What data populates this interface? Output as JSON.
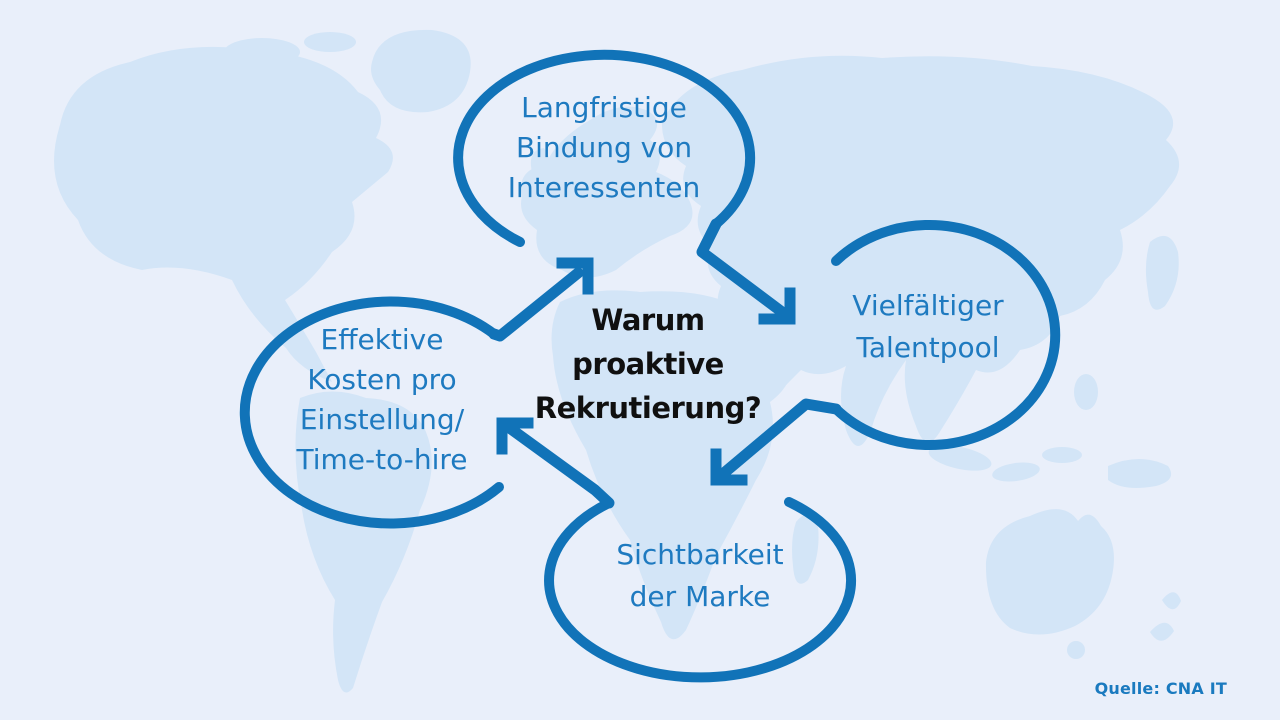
{
  "diagram": {
    "center_question": {
      "lines": [
        "Warum",
        "proaktive",
        "Rekrutierung?"
      ]
    },
    "nodes": [
      {
        "id": "top",
        "lines": [
          "Langfristige",
          "Bindung von",
          "Interessenten"
        ]
      },
      {
        "id": "right",
        "lines": [
          "Vielfältiger",
          "Talentpool"
        ]
      },
      {
        "id": "bottom",
        "lines": [
          "Sichtbarkeit",
          "der Marke"
        ]
      },
      {
        "id": "left",
        "lines": [
          "Effektive",
          "Kosten pro",
          "Einstellung/",
          "Time-to-hire"
        ]
      }
    ],
    "arrows": [
      {
        "from": "left",
        "to": "top",
        "direction": "north-east"
      },
      {
        "from": "top",
        "to": "right",
        "direction": "south-east"
      },
      {
        "from": "right",
        "to": "bottom",
        "direction": "south-west"
      },
      {
        "from": "bottom",
        "to": "left",
        "direction": "north-west"
      }
    ]
  },
  "source": {
    "label": "Quelle: CNA IT"
  },
  "colors": {
    "background": "#e9effa",
    "map_land": "#d3e5f7",
    "diagram_stroke": "#1173b8",
    "node_text": "#1e7ac0",
    "center_text": "#101010",
    "source_text": "#1a7abf"
  }
}
